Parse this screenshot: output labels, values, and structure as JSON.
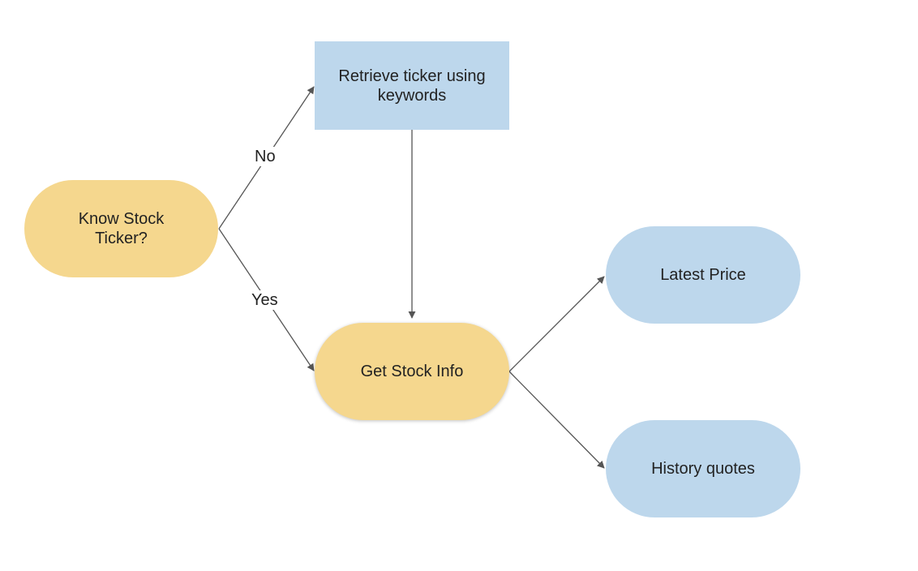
{
  "colors": {
    "decision_fill": "#F5D78E",
    "process_fill": "#BDD7EC",
    "edge": "#555555",
    "text": "#222222"
  },
  "nodes": {
    "know_ticker": "Know Stock\nTicker?",
    "retrieve_ticker": "Retrieve ticker using\nkeywords",
    "get_stock_info": "Get Stock Info",
    "latest_price": "Latest Price",
    "history_quotes": "History quotes"
  },
  "edges": {
    "no_label": "No",
    "yes_label": "Yes"
  }
}
